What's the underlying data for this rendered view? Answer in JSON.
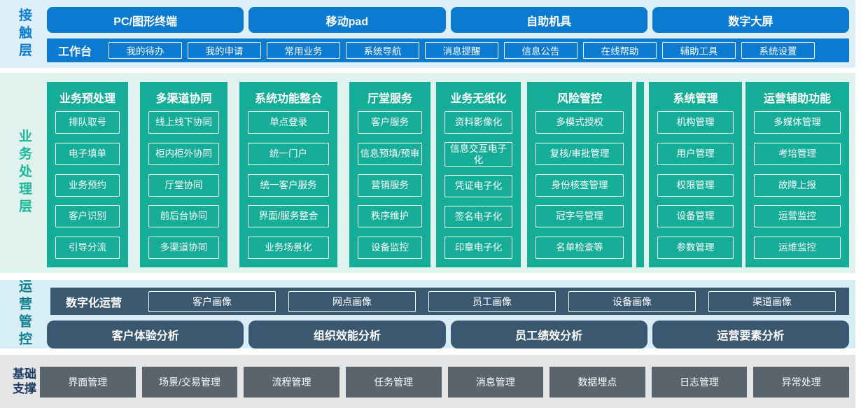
{
  "colors": {
    "blue": "#0b7bd1",
    "light_blue_bg": "#ddeff9",
    "green": "#15ad97",
    "light_green_bg": "#dff2ee",
    "green_label": "#1cb79b",
    "slate": "#3a5971",
    "light_blue_bg2": "#d8eef7",
    "teal_label": "#117e8c",
    "gray_box": "#5a646d",
    "gray_bg": "#e4e5e7",
    "navy_label": "#1d3a5f"
  },
  "contact_layer": {
    "label": "接触层",
    "devices": [
      "PC/图形终端",
      "移动pad",
      "自助机具",
      "数字大屏"
    ],
    "workbench": {
      "label": "工作台",
      "items": [
        "我的待办",
        "我的申请",
        "常用业务",
        "系统导航",
        "消息提醒",
        "信息公告",
        "在线帮助",
        "辅助工具",
        "系统设置"
      ]
    }
  },
  "business_layer": {
    "label": "业务处理层",
    "columns": [
      {
        "header": "业务预处理",
        "items": [
          "排队取号",
          "电子填单",
          "业务预约",
          "客户识别",
          "引导分流"
        ]
      },
      {
        "header": "多渠道协同",
        "items": [
          "线上线下协同",
          "柜内柜外协同",
          "厅堂协同",
          "前后台协同",
          "多渠道协同"
        ]
      },
      {
        "header": "系统功能整合",
        "items": [
          "单点登录",
          "统一门户",
          "统一客户服务",
          "界面/服务整合",
          "业务场景化"
        ]
      },
      {
        "header": "厅堂服务",
        "items": [
          "客户服务",
          "信息预填/预审",
          "营销服务",
          "秩序维护",
          "设备监控"
        ]
      },
      {
        "header": "业务无纸化",
        "items": [
          "资料影像化",
          "信息交互电子化",
          "凭证电子化",
          "签名电子化",
          "印章电子化"
        ]
      },
      {
        "header": "风险管控",
        "items": [
          "多模式授权",
          "复核/审批管理",
          "身份核查管理",
          "冠字号管理",
          "名单检查等"
        ]
      },
      {
        "header": "系统管理",
        "items": [
          "机构管理",
          "用户管理",
          "权限管理",
          "设备管理",
          "参数管理"
        ]
      },
      {
        "header": "运营辅助功能",
        "items": [
          "多媒体管理",
          "考培管理",
          "故障上报",
          "运营监控",
          "运维监控"
        ]
      }
    ]
  },
  "operation_layer": {
    "label": "运营管控",
    "digital_ops": {
      "label": "数字化运营",
      "items": [
        "客户画像",
        "网点画像",
        "员工画像",
        "设备画像",
        "渠道画像"
      ]
    },
    "analyses": [
      "客户体验分析",
      "组织效能分析",
      "员工绩效分析",
      "运营要素分析"
    ]
  },
  "foundation_layer": {
    "label": "基础支撑",
    "items": [
      "界面管理",
      "场景/交易管理",
      "流程管理",
      "任务管理",
      "消息管理",
      "数据埋点",
      "日志管理",
      "异常处理"
    ]
  }
}
